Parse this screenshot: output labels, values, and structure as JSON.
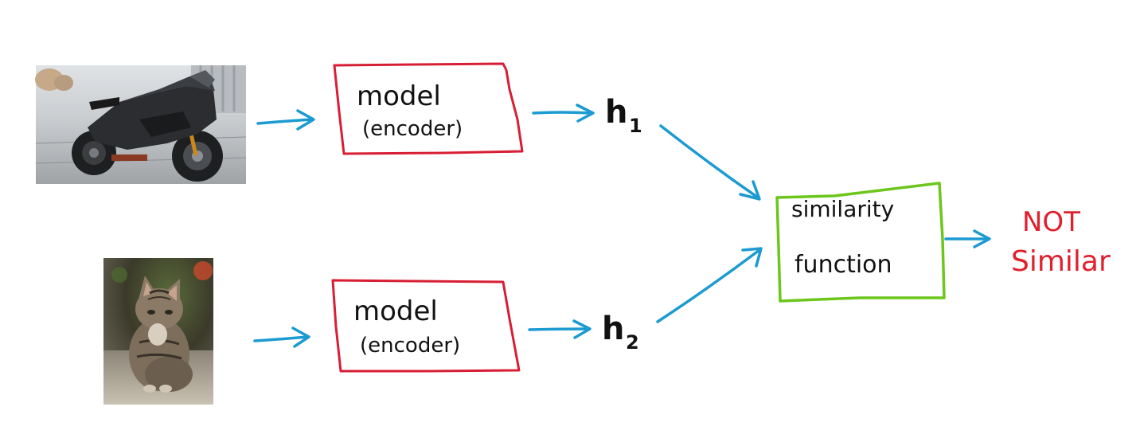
{
  "diagram": {
    "top_model": {
      "line1": "model",
      "line2": "(encoder)"
    },
    "bottom_model": {
      "line1": "model",
      "line2": "(encoder)"
    },
    "h1": {
      "letter": "h",
      "subscript": "1"
    },
    "h2": {
      "letter": "h",
      "subscript": "2"
    },
    "similarity": {
      "line1": "similarity",
      "line2": "function"
    },
    "result": {
      "line1": "NOT",
      "line2": "Similar"
    },
    "images": {
      "top": "motorcycle photo",
      "bottom": "kitten photo"
    },
    "colors": {
      "arrow": "#1b9bd2",
      "model_box": "#d81e35",
      "similarity_box": "#6cc61c",
      "result_text": "#e0202e",
      "ink": "#111111"
    }
  }
}
